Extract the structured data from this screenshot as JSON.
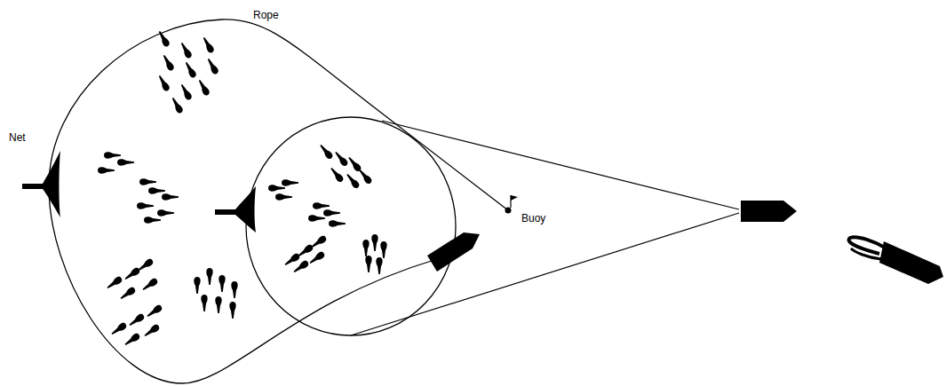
{
  "diagram": {
    "labels": [
      "Rope",
      "Net",
      "Buoy"
    ]
  }
}
